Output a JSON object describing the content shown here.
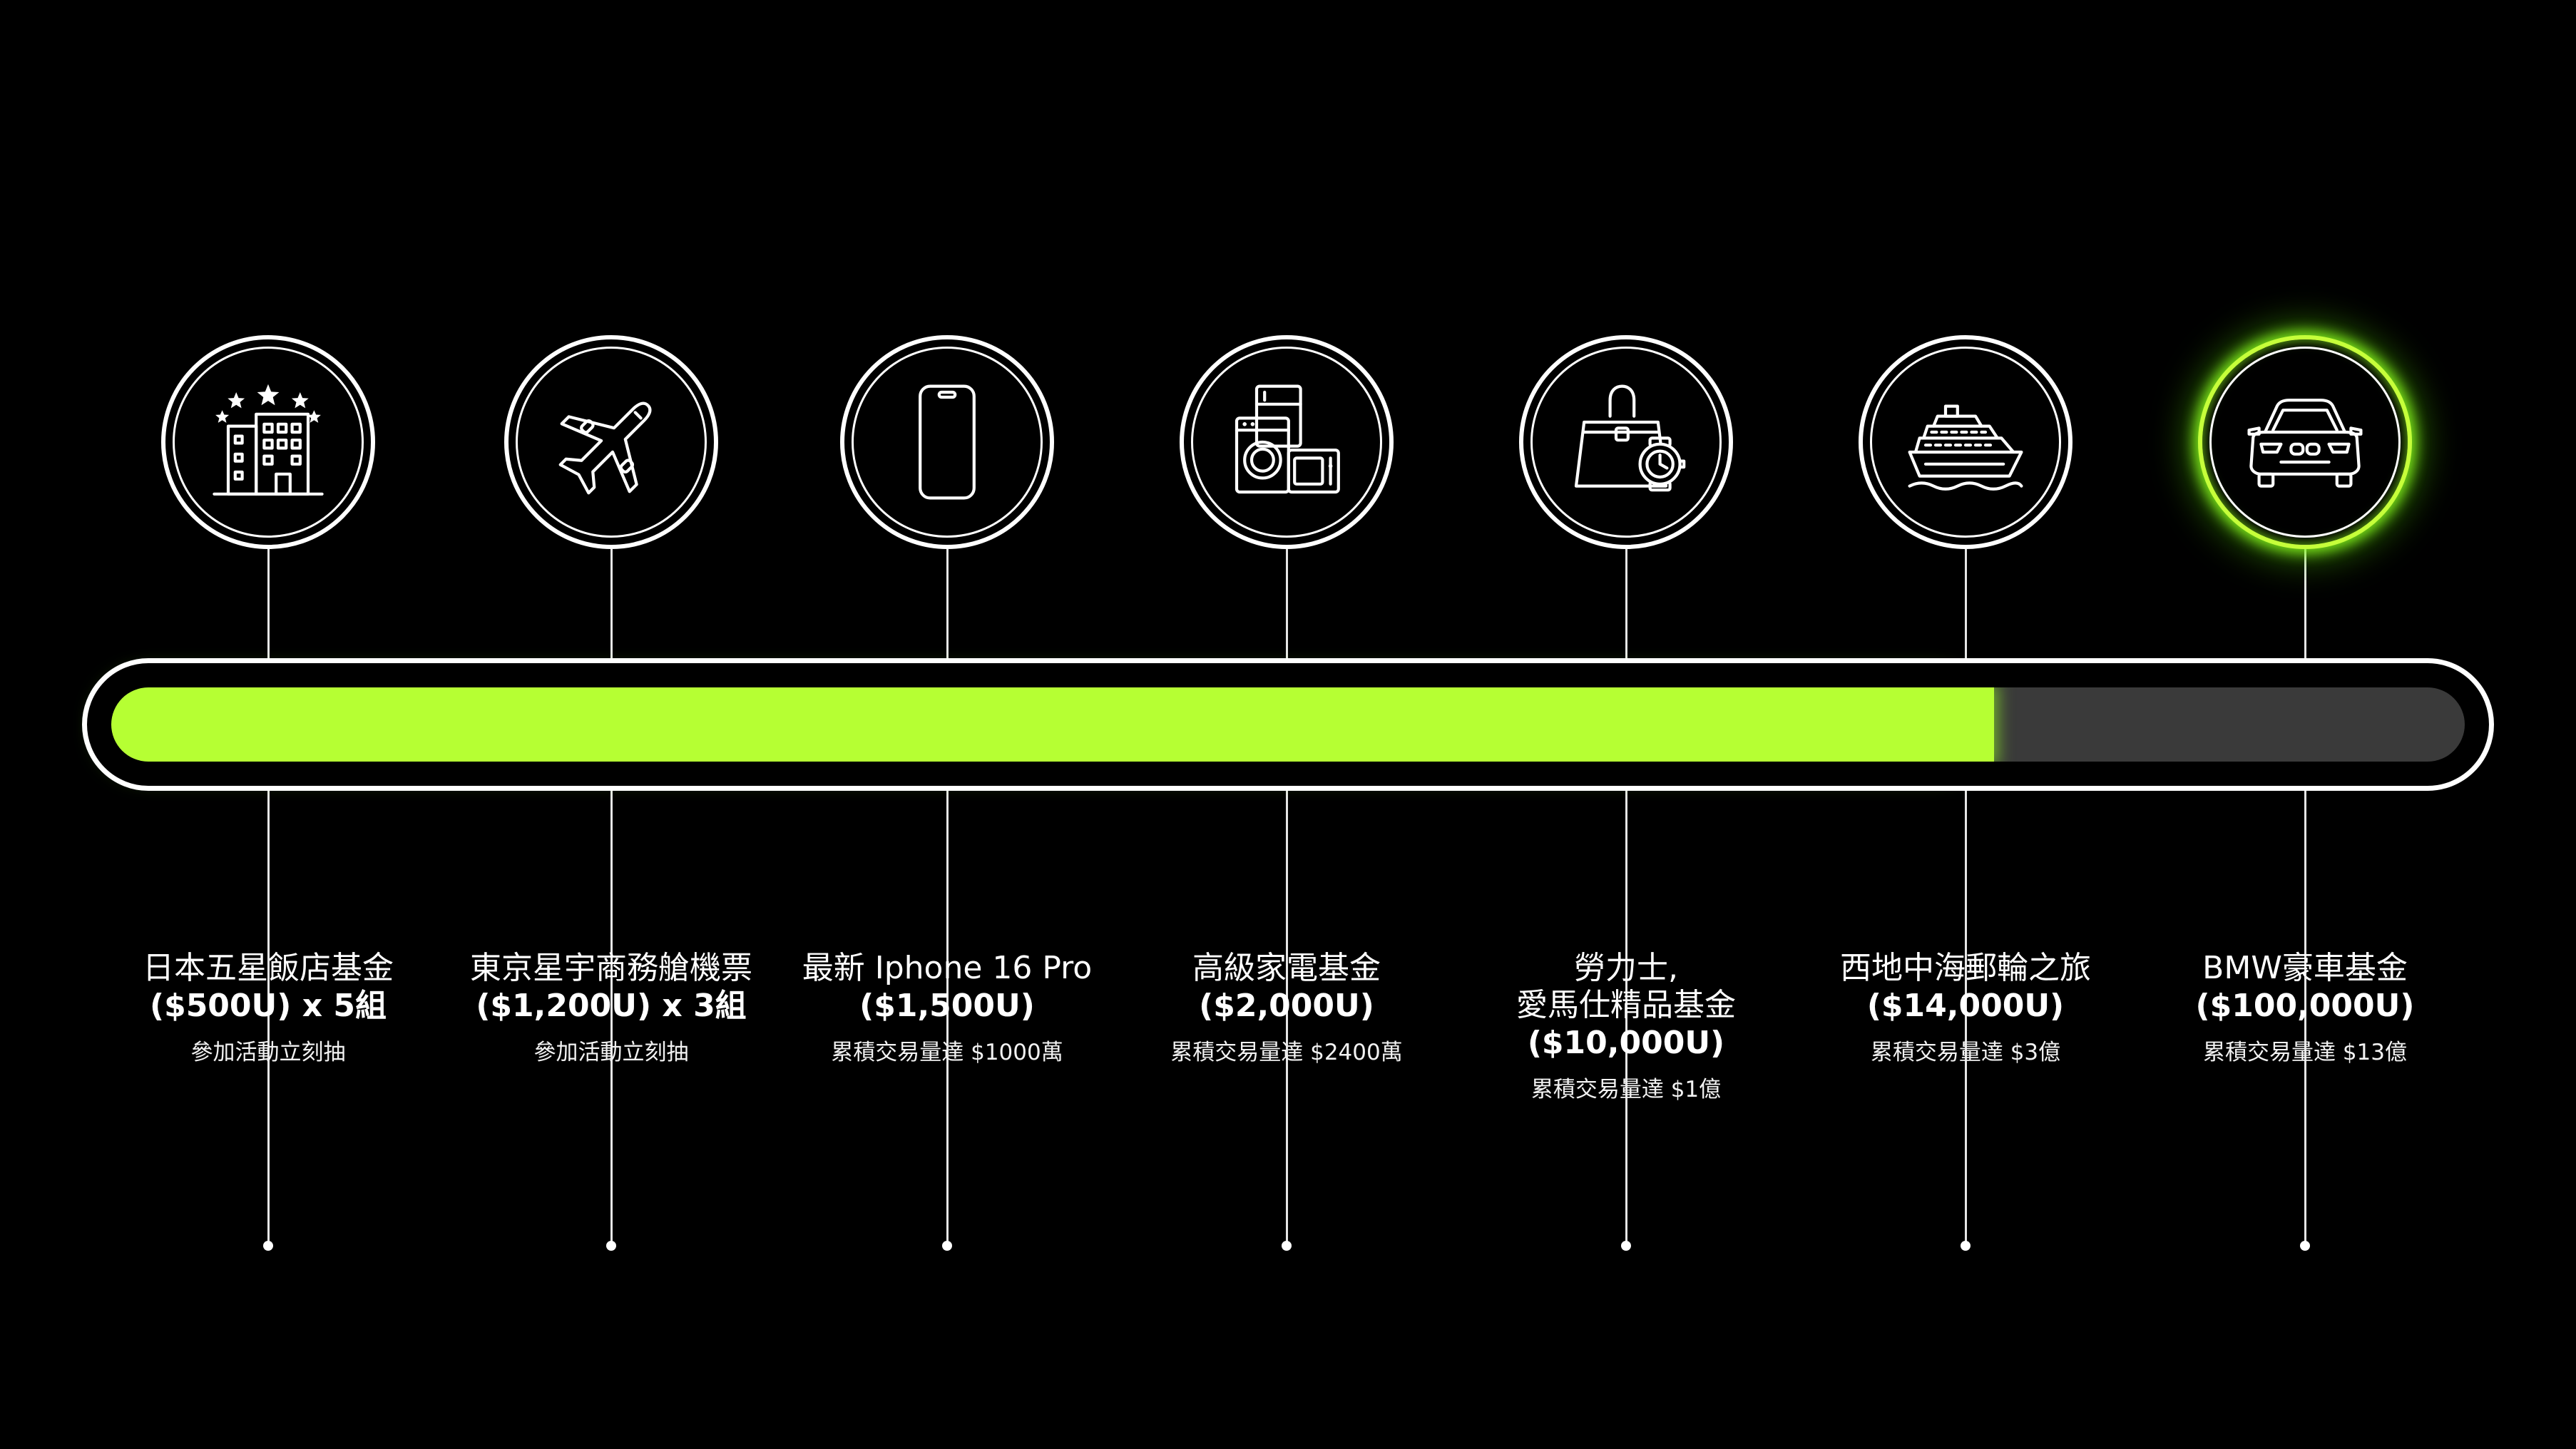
{
  "progress": {
    "fraction": 0.8
  },
  "colors": {
    "accent": "#b6ff33",
    "track": "#3a3a3a",
    "background": "#000000",
    "line": "#ffffff"
  },
  "milestones": [
    {
      "icon": "hotel-icon",
      "name": "日本五星飯店基金",
      "value": "($500U) x 5組",
      "condition": "參加活動立刻抽",
      "active": false
    },
    {
      "icon": "airplane-icon",
      "name": "東京星宇商務艙機票",
      "value": "($1,200U) x 3組",
      "condition": "參加活動立刻抽",
      "active": false
    },
    {
      "icon": "smartphone-icon",
      "name": "最新 Iphone 16 Pro",
      "value": "($1,500U)",
      "condition": "累積交易量達 $1000萬",
      "active": false
    },
    {
      "icon": "appliances-icon",
      "name": "高級家電基金",
      "value": "($2,000U)",
      "condition": "累積交易量達 $2400萬",
      "active": false
    },
    {
      "icon": "handbag-watch-icon",
      "name": "勞力士,\n愛馬仕精品基金",
      "value": "($10,000U)",
      "condition": "累積交易量達 $1億",
      "active": false
    },
    {
      "icon": "cruise-ship-icon",
      "name": "西地中海郵輪之旅",
      "value": "($14,000U)",
      "condition": "累積交易量達 $3億",
      "active": false
    },
    {
      "icon": "car-icon",
      "name": "BMW豪車基金",
      "value": "($100,000U)",
      "condition": "累積交易量達 $13億",
      "active": true
    }
  ]
}
